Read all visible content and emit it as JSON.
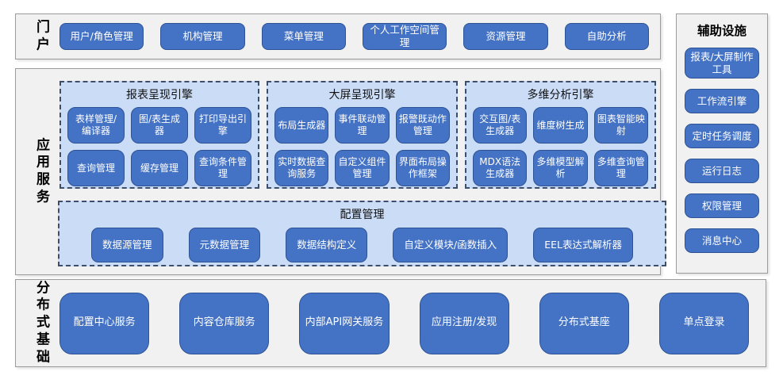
{
  "portal": {
    "label": "门户",
    "items": [
      "用户/角色管理",
      "机构管理",
      "菜单管理",
      "个人工作空间管理",
      "资源管理",
      "自助分析"
    ]
  },
  "app_services": {
    "label": "应用服务",
    "engines": [
      {
        "title": "报表呈现引擎",
        "rows": [
          [
            "表样管理/编译器",
            "图/表生成器",
            "打印导出引擎"
          ],
          [
            "查询管理",
            "缓存管理",
            "查询条件管理"
          ]
        ]
      },
      {
        "title": "大屏呈现引擎",
        "rows": [
          [
            "布局生成器",
            "事件联动管理",
            "报警既动作管理"
          ],
          [
            "实时数据查询服务",
            "自定义组件管理",
            "界面布局操作框架"
          ]
        ]
      },
      {
        "title": "多维分析引擎",
        "rows": [
          [
            "交互图/表生成器",
            "维度树生成",
            "图表智能映射"
          ],
          [
            "MDX语法生成器",
            "多维模型解析",
            "多维查询管理"
          ]
        ]
      }
    ],
    "config": {
      "title": "配置管理",
      "items": [
        "数据源管理",
        "元数据管理",
        "数据结构定义",
        "自定义模块/函数插入",
        "EEL表达式解析器"
      ]
    }
  },
  "distributed": {
    "label": "分布式基础",
    "items": [
      "配置中心服务",
      "内容仓库服务",
      "内部API网关服务",
      "应用注册/发现",
      "分布式基座",
      "单点登录"
    ]
  },
  "auxiliary": {
    "label": "辅助设施",
    "items": [
      "报表/大屏制作工具",
      "工作流引擎",
      "定时任务调度",
      "运行日志",
      "权限管理",
      "消息中心"
    ]
  },
  "colors": {
    "block_blue": "#4472c4",
    "block_border": "#2e5395",
    "panel_bg": "#f1f1f2",
    "panel_border": "#9b9b9b",
    "engine_bg": "#cbdcf6",
    "engine_dashed_border": "#3e4d68",
    "block_text": "#ffffff"
  }
}
